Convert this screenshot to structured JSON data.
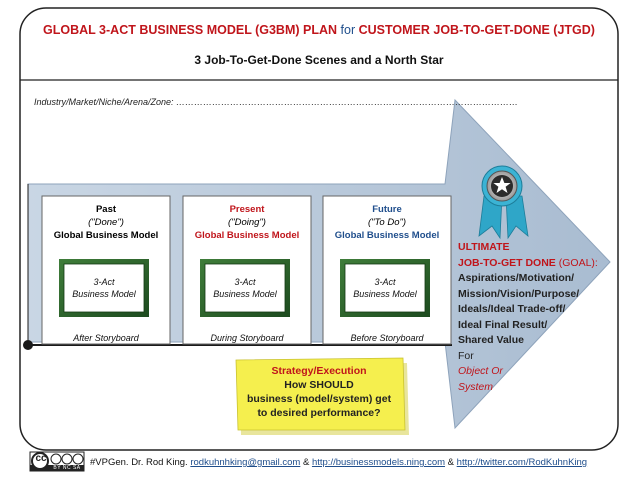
{
  "title": {
    "part1": "GLOBAL 3-ACT BUSINESS MODEL (G3BM) PLAN",
    "connector": "for",
    "part2": "CUSTOMER JOB-TO-GET-DONE (JTGD)"
  },
  "subtitle": "3 Job-To-Get-Done Scenes and a North Star",
  "industry_label": "Industry/Market/Niche/Arena/Zone: ……………………………………………………………………………………………………",
  "scenes": [
    {
      "name": "Past",
      "state": "(\"Done\")",
      "model": "Global Business Model",
      "inner_line1": "3-Act",
      "inner_line2": "Business Model",
      "caption": "After Storyboard"
    },
    {
      "name": "Present",
      "state": "(\"Doing\")",
      "model": "Global Business Model",
      "inner_line1": "3-Act",
      "inner_line2": "Business Model",
      "caption": "During Storyboard"
    },
    {
      "name": "Future",
      "state": "(\"To Do\")",
      "model": "Global Business Model",
      "inner_line1": "3-Act",
      "inner_line2": "Business Model",
      "caption": "Before Storyboard"
    }
  ],
  "goal": {
    "line1": "ULTIMATE",
    "line2a": "JOB-TO-GET DONE",
    "line2b": "(GOAL):",
    "line3": "Aspirations/Motivation/",
    "line4": "Mission/Vision/Purpose/",
    "line5": "Ideals/Ideal Trade-off/",
    "line6": "Ideal Final Result/",
    "line7": "Shared Value",
    "line8": "For",
    "line9": "Object Or",
    "line10": "System"
  },
  "sticky": {
    "head": "Strategy/Execution",
    "line2": "How SHOULD",
    "line3": "business (model/system) get",
    "line4": "to desired performance?"
  },
  "footer": {
    "prefix": "#VPGen. Dr. Rod King.",
    "email": "rodkuhnhking@gmail.com",
    "sep1": "&",
    "link1": "http://businessmodels.ning.com",
    "sep2": "&",
    "link2": "http://twitter.com/RodKuhnKing"
  },
  "license_badge": {
    "main": "cc",
    "sub": "BY NC SA"
  },
  "colors": {
    "red": "#c0151b",
    "blue": "#1f4e8c",
    "arrow_fill": "#b7c8da",
    "frame_green": "#2f6b2f",
    "sticky_yellow": "#f5ef4e",
    "ribbon_teal": "#2fa6c8"
  },
  "icons": [
    "star-medal-icon",
    "creative-commons-icon"
  ]
}
